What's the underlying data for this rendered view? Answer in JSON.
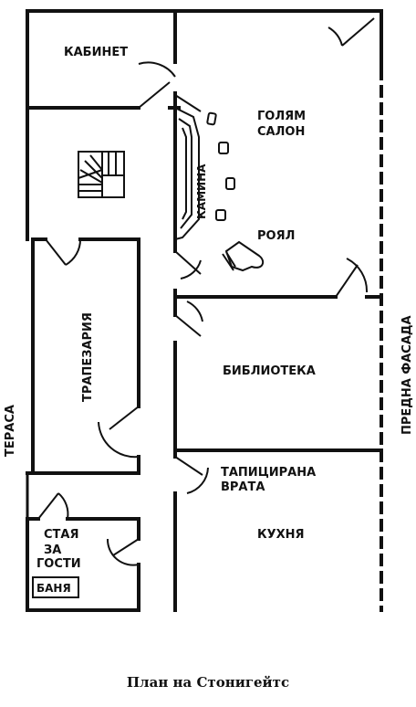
{
  "rooms": {
    "kabinet": "КАБИНЕТ",
    "golyam_salon_line1": "ГОЛЯМ",
    "golyam_salon_line2": "САЛОН",
    "kamina": "КАМИНА",
    "royal": "РОЯЛ",
    "trapezaria": "ТРАПЕЗАРИЯ",
    "biblioteka": "БИБЛИОТЕКА",
    "tapicirana_line1": "ТАПИЦИРАНА",
    "tapicirana_line2": "ВРАТА",
    "kuhnya": "КУХНЯ",
    "staya_line1": "СТАЯ",
    "staya_line2": "ЗА",
    "staya_line3": "ГОСТИ",
    "banya": "БАНЯ",
    "terasa": "ТЕРАСА",
    "predna_fasada": "ПРЕДНА ФАСАДА"
  },
  "caption": "План на Стонигейтс"
}
